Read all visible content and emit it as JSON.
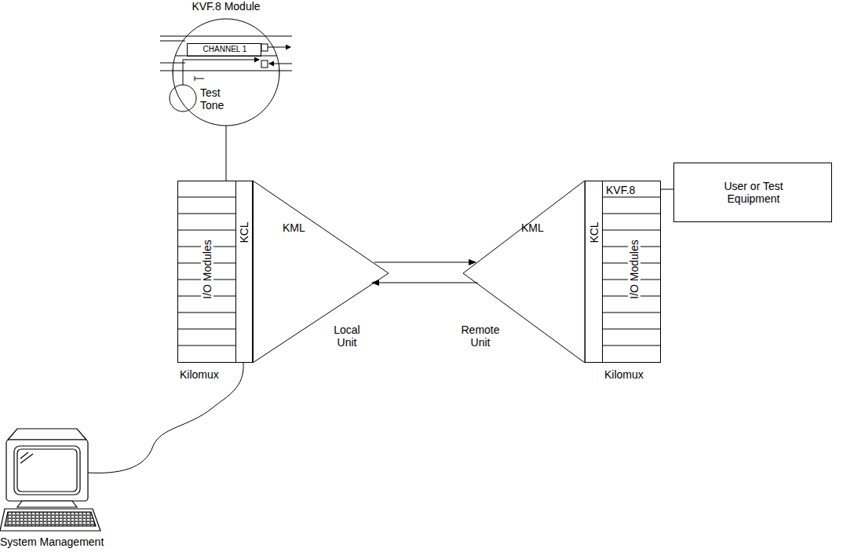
{
  "diagram": {
    "nodes": [
      {
        "text": [
          "KVF.8 Module",
          "Test Tone"
        ]
      },
      {
        "text": [
          "CHANNEL 1"
        ],
        "in": 0
      },
      {
        "text": [
          "I/O Modules",
          "Kilomux"
        ]
      },
      {
        "text": [
          "KCL"
        ],
        "in": 2
      },
      {
        "text": [
          "KML",
          "Local Unit"
        ]
      },
      {
        "text": [
          "KML",
          "Remote Unit"
        ]
      },
      {
        "text": [
          "I/O Modules",
          "Kilomux"
        ]
      },
      {
        "text": [
          "KCL"
        ],
        "in": 6
      },
      {
        "text": [
          "KVF.8"
        ],
        "in": 6
      },
      {
        "text": [
          "User or Test Equipment"
        ]
      },
      {
        "text": [
          "System Management"
        ]
      }
    ],
    "edges": [
      {
        "from": 0,
        "to": 2,
        "arrow": "none"
      },
      {
        "from": 4,
        "to": 5,
        "arrow": "to"
      },
      {
        "from": 5,
        "to": 4,
        "arrow": "to"
      },
      {
        "from": 8,
        "to": 9,
        "arrow": "none"
      },
      {
        "from": 2,
        "to": 10,
        "arrow": "none"
      }
    ]
  }
}
